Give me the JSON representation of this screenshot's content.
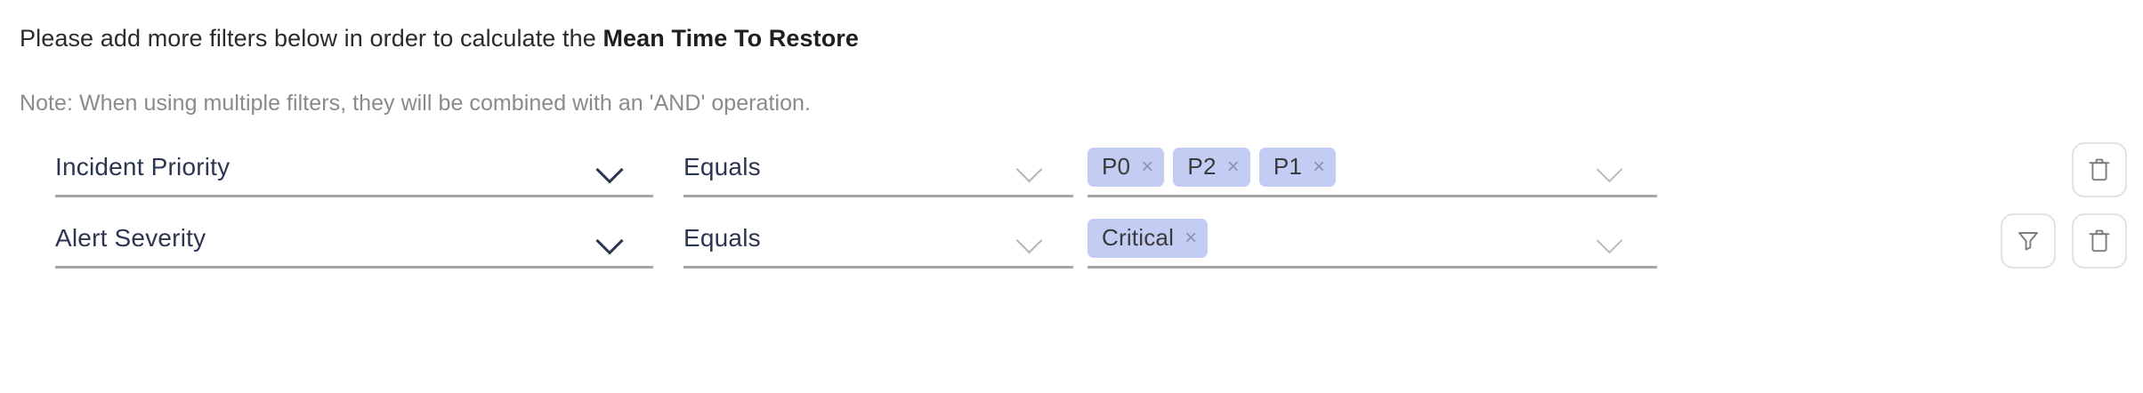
{
  "header": {
    "instruction_prefix": "Please add more filters below in order to calculate the ",
    "instruction_metric": "Mean Time To Restore",
    "note": "Note: When using multiple filters, they will be combined with an 'AND' operation."
  },
  "colors": {
    "chip_background": "#c3cdf4",
    "chip_text": "#3a3a3a",
    "field_text": "#2c3650",
    "field_underline": "#a6a6a6",
    "note_text": "#8a8a8a",
    "icon_button_border": "#e2e2e2",
    "icon_stroke": "#7c7c7c"
  },
  "filters": [
    {
      "attribute": "Incident Priority",
      "operator": "Equals",
      "values": [
        {
          "label": "P0",
          "remove": "×"
        },
        {
          "label": "P2",
          "remove": "×"
        },
        {
          "label": "P1",
          "remove": "×"
        }
      ],
      "actions": {
        "has_filter_button": false,
        "filter_icon": "funnel-icon",
        "delete_icon": "trash-icon"
      }
    },
    {
      "attribute": "Alert Severity",
      "operator": "Equals",
      "values": [
        {
          "label": "Critical",
          "remove": "×"
        }
      ],
      "actions": {
        "has_filter_button": true,
        "filter_icon": "funnel-icon",
        "delete_icon": "trash-icon"
      }
    }
  ]
}
